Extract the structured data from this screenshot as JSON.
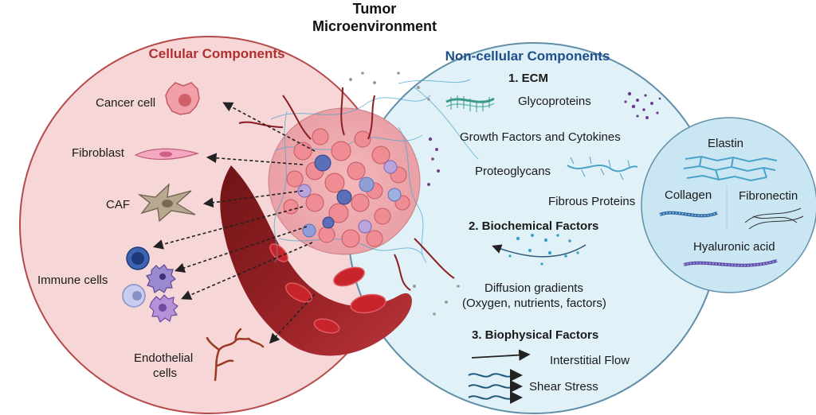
{
  "title_line1": "Tumor",
  "title_line2": "Microenvironment",
  "cellular": {
    "heading": "Cellular Components",
    "cancer_cell": "Cancer cell",
    "fibroblast": "Fibroblast",
    "caf": "CAF",
    "immune_cells": "Immune cells",
    "endothelial_line1": "Endothelial",
    "endothelial_line2": "cells"
  },
  "noncellular": {
    "heading": "Non-cellular Components",
    "ecm_heading": "1.  ECM",
    "glycoproteins": "Glycoproteins",
    "growth_factors": "Growth Factors and Cytokines",
    "proteoglycans": "Proteoglycans",
    "fibrous_proteins": "Fibrous Proteins",
    "biochemical_heading": "2. Biochemical Factors",
    "diffusion_line1": "Diffusion gradients",
    "diffusion_line2": "(Oxygen, nutrients, factors)",
    "biophysical_heading": "3. Biophysical Factors",
    "interstitial_flow": "Interstitial Flow",
    "shear_stress": "Shear Stress"
  },
  "fibrous": {
    "elastin": "Elastin",
    "collagen": "Collagen",
    "fibronectin": "Fibronectin",
    "hyaluronic_acid": "Hyaluronic acid"
  },
  "colors": {
    "cellular_fill": "#f6d6d6",
    "cellular_stroke": "#b64a4a",
    "cellular_heading": "#b03030",
    "noncellular_fill": "#e0f1f7",
    "noncellular_stroke": "#5f8fa8",
    "noncellular_heading": "#1f4f8a",
    "vessel": "#8b1e22",
    "rbc": "#c8242b",
    "fiber": "#4aa3cc"
  }
}
